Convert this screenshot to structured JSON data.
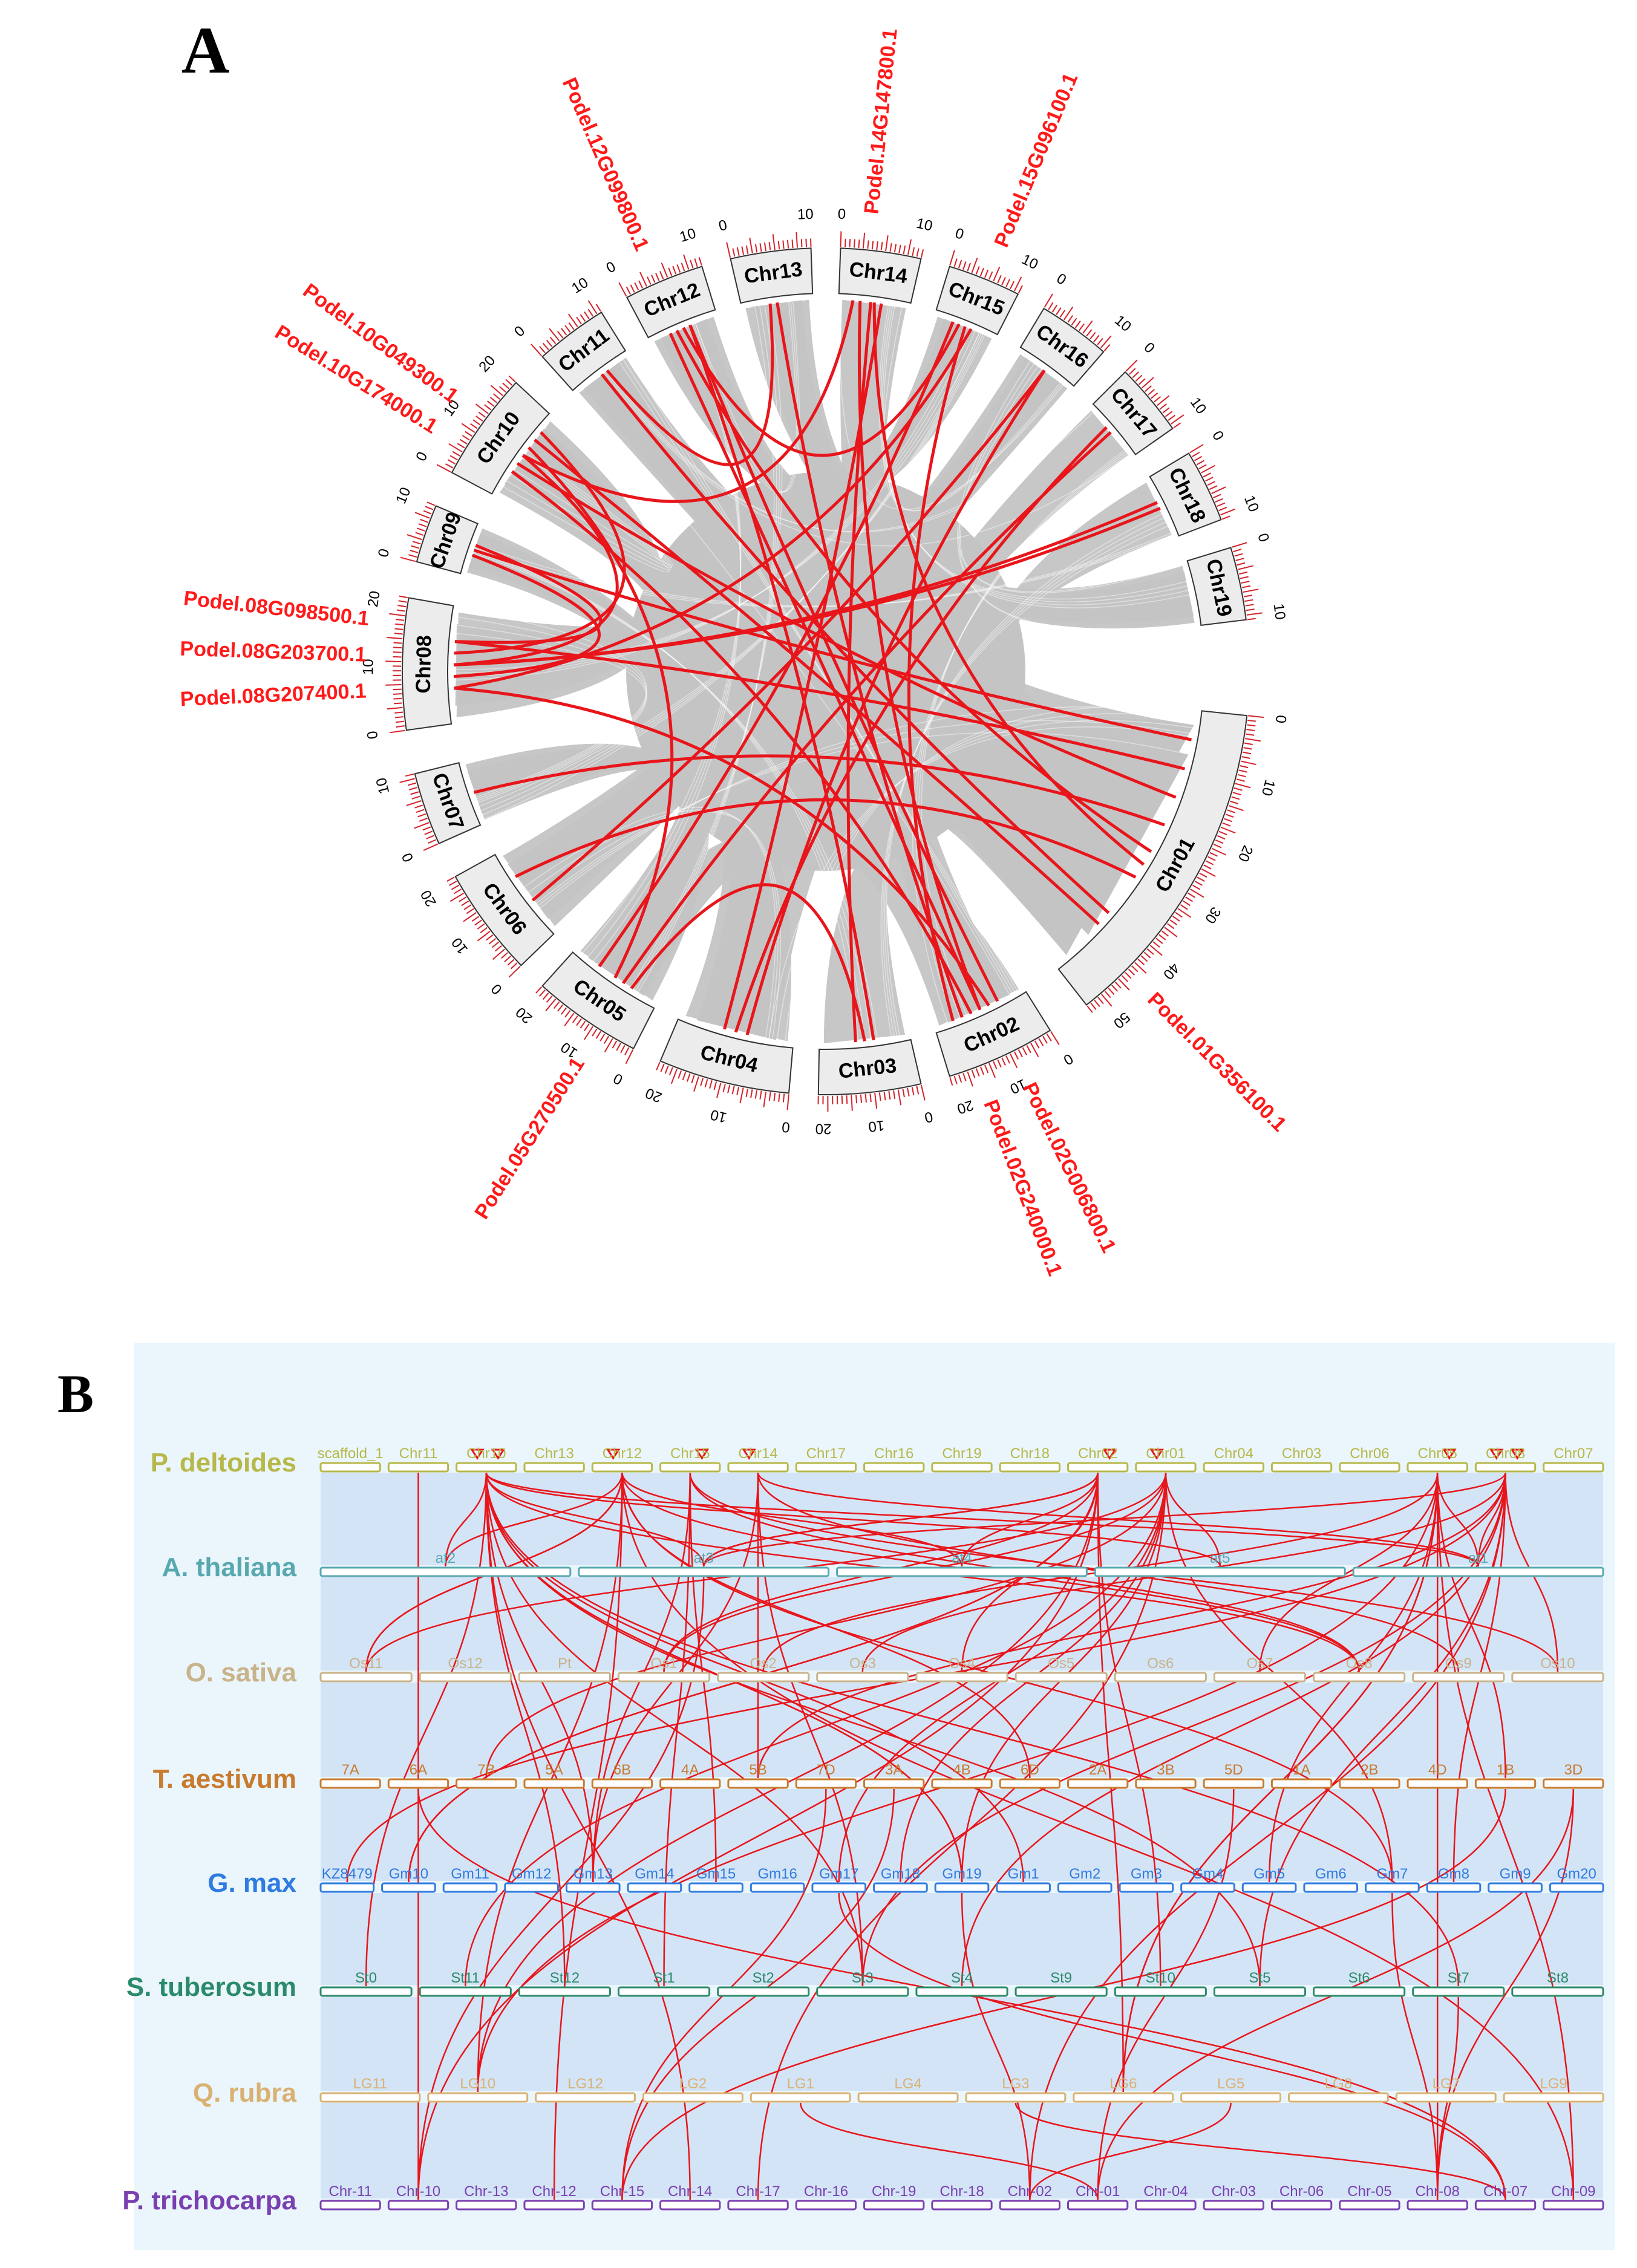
{
  "panel_a": {
    "letter": "A",
    "chromosomes": [
      {
        "name": "Chr01",
        "ticks": [
          "0",
          "10",
          "20",
          "30",
          "40",
          "50"
        ]
      },
      {
        "name": "Chr02",
        "ticks": [
          "0",
          "10",
          "20"
        ]
      },
      {
        "name": "Chr03",
        "ticks": [
          "0",
          "10",
          "20"
        ]
      },
      {
        "name": "Chr04",
        "ticks": [
          "0",
          "10",
          "20"
        ]
      },
      {
        "name": "Chr05",
        "ticks": [
          "0",
          "10",
          "20"
        ]
      },
      {
        "name": "Chr06",
        "ticks": [
          "0",
          "10",
          "20"
        ]
      },
      {
        "name": "Chr07",
        "ticks": [
          "0",
          "10"
        ]
      },
      {
        "name": "Chr08",
        "ticks": [
          "0",
          "10",
          "20"
        ]
      },
      {
        "name": "Chr09",
        "ticks": [
          "0",
          "10"
        ]
      },
      {
        "name": "Chr10",
        "ticks": [
          "0",
          "10",
          "20"
        ]
      },
      {
        "name": "Chr11",
        "ticks": [
          "0",
          "10"
        ]
      },
      {
        "name": "Chr12",
        "ticks": [
          "0",
          "10"
        ]
      },
      {
        "name": "Chr13",
        "ticks": [
          "0",
          "10"
        ]
      },
      {
        "name": "Chr14",
        "ticks": [
          "0",
          "10"
        ]
      },
      {
        "name": "Chr15",
        "ticks": [
          "0",
          "10"
        ]
      },
      {
        "name": "Chr16",
        "ticks": [
          "0",
          "10"
        ]
      },
      {
        "name": "Chr17",
        "ticks": [
          "0",
          "10"
        ]
      },
      {
        "name": "Chr18",
        "ticks": [
          "0",
          "10"
        ]
      },
      {
        "name": "Chr19",
        "ticks": [
          "0",
          "10"
        ]
      }
    ],
    "genes": [
      {
        "label": "Podel.14G147800.1",
        "chr": "Chr14"
      },
      {
        "label": "Podel.15G096100.1",
        "chr": "Chr15"
      },
      {
        "label": "Podel.12G099800.1",
        "chr": "Chr12"
      },
      {
        "label": "Podel.10G174000.1",
        "chr": "Chr10"
      },
      {
        "label": "Podel.10G049300.1",
        "chr": "Chr10"
      },
      {
        "label": "Podel.08G207400.1",
        "chr": "Chr08"
      },
      {
        "label": "Podel.08G203700.1",
        "chr": "Chr08"
      },
      {
        "label": "Podel.08G098500.1",
        "chr": "Chr08"
      },
      {
        "label": "Podel.01G356100.1",
        "chr": "Chr01"
      },
      {
        "label": "Podel.02G006800.1",
        "chr": "Chr02"
      },
      {
        "label": "Podel.02G240000.1",
        "chr": "Chr02"
      },
      {
        "label": "Podel.05G270500.1",
        "chr": "Chr05"
      }
    ],
    "link_color": "#e8151b",
    "ribbon_color": "#c4c4c4"
  },
  "panel_b": {
    "letter": "B",
    "background": "#eaf6fb",
    "link_color": "#e8151b",
    "rows": [
      {
        "species": "P. deltoides",
        "color": "#b7b84a",
        "bars": [
          "scaffold_1",
          "Chr11",
          "Chr10",
          "Chr13",
          "Chr12",
          "Chr15",
          "Chr14",
          "Chr17",
          "Chr16",
          "Chr19",
          "Chr18",
          "Chr02",
          "Chr01",
          "Chr04",
          "Chr03",
          "Chr06",
          "Chr05",
          "Chr08",
          "Chr07"
        ]
      },
      {
        "species": "A. thaliana",
        "color": "#58a8b0",
        "bars": [
          "at2",
          "at3",
          "at4",
          "at5",
          "at1"
        ]
      },
      {
        "species": "O. sativa",
        "color": "#c9b38a",
        "bars": [
          "Os11",
          "Os12",
          "Pt",
          "Os1",
          "Os2",
          "Os3",
          "Os4",
          "Os5",
          "Os6",
          "Os7",
          "Os8",
          "Os9",
          "Os10"
        ]
      },
      {
        "species": "T. aestivum",
        "color": "#c87a2e",
        "bars": [
          "7A",
          "6A",
          "7B",
          "5A",
          "6B",
          "4A",
          "5B",
          "7D",
          "3A",
          "4B",
          "6D",
          "2A",
          "3B",
          "5D",
          "1A",
          "2B",
          "4D",
          "1B",
          "3D"
        ]
      },
      {
        "species": "G. max",
        "color": "#2f7be0",
        "bars": [
          "KZ8479",
          "Gm10",
          "Gm11",
          "Gm12",
          "Gm13",
          "Gm14",
          "Gm15",
          "Gm16",
          "Gm17",
          "Gm18",
          "Gm19",
          "Gm1",
          "Gm2",
          "Gm3",
          "Gm4",
          "Gm5",
          "Gm6",
          "Gm7",
          "Gm8",
          "Gm9",
          "Gm20"
        ]
      },
      {
        "species": "S. tuberosum",
        "color": "#2b8a6a",
        "bars": [
          "St0",
          "St11",
          "St12",
          "St1",
          "St2",
          "St3",
          "St4",
          "St9",
          "St10",
          "St5",
          "St6",
          "St7",
          "St8"
        ]
      },
      {
        "species": "Q. rubra",
        "color": "#d9b173",
        "bars": [
          "LG11",
          "LG10",
          "LG12",
          "LG2",
          "LG1",
          "LG4",
          "LG3",
          "LG6",
          "LG5",
          "LG8",
          "LG7",
          "LG9"
        ]
      },
      {
        "species": "P. trichocarpa",
        "color": "#7a3fb0",
        "bars": [
          "Chr-11",
          "Chr-10",
          "Chr-13",
          "Chr-12",
          "Chr-15",
          "Chr-14",
          "Chr-17",
          "Chr-16",
          "Chr-19",
          "Chr-18",
          "Chr-02",
          "Chr-01",
          "Chr-04",
          "Chr-03",
          "Chr-06",
          "Chr-05",
          "Chr-08",
          "Chr-07",
          "Chr-09"
        ]
      }
    ]
  }
}
